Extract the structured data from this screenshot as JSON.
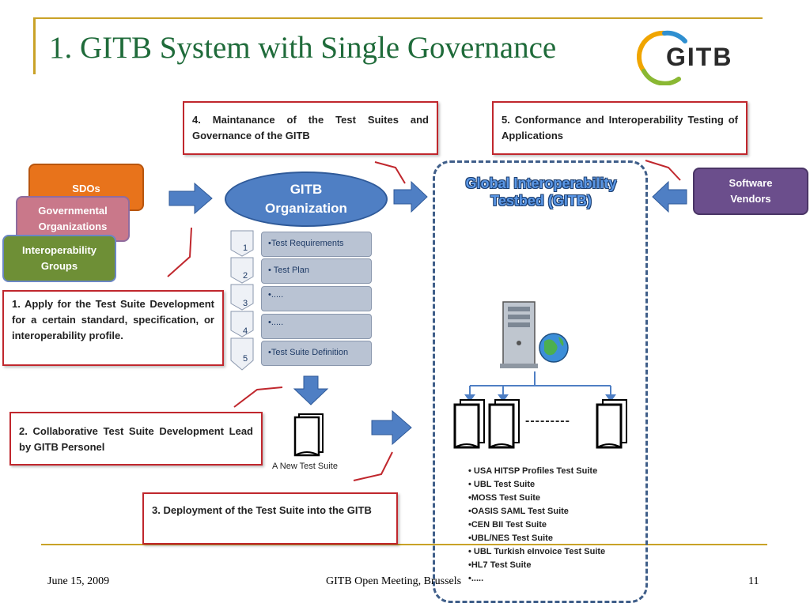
{
  "slide": {
    "title": "1. GITB System with Single Governance",
    "logo_text": "GITB",
    "footer_date": "June 15, 2009",
    "footer_center": "GITB Open Meeting, Brussels",
    "footer_page": "11"
  },
  "boxes": {
    "box1": "1. Apply for the Test Suite Development for a certain standard, specification, or interoperability profile.",
    "box2": "2. Collaborative Test Suite Development Lead by GITB Personel",
    "box3": "3. Deployment of the Test Suite into the GITB",
    "box4": "4. Maintanance of the Test Suites and Governance of the GITB",
    "box5": "5. Conformance and Interoperability Testing of Applications"
  },
  "stakeholders": {
    "sdos": "SDOs",
    "gov_line1": "Governmental",
    "gov_line2": "Organizations",
    "interop_line1": "Interoperability",
    "interop_line2": "Groups",
    "vendors_line1": "Software",
    "vendors_line2": "Vendors"
  },
  "organization": {
    "line1": "GITB",
    "line2": "Organization"
  },
  "steps": [
    {
      "num": "1",
      "label": "•Test Requirements"
    },
    {
      "num": "2",
      "label": "• Test Plan"
    },
    {
      "num": "3",
      "label": "•....."
    },
    {
      "num": "4",
      "label": "•....."
    },
    {
      "num": "5",
      "label": "•Test Suite Definition"
    }
  ],
  "new_suite_label": "A New Test Suite",
  "testbed": {
    "line1": "Global Interoperability",
    "line2": "Testbed (GITB)"
  },
  "dashes": "---------",
  "suites": [
    "• USA HITSP Profiles Test Suite",
    "• UBL Test Suite",
    "•MOSS Test Suite",
    "•OASIS SAML Test Suite",
    "•CEN BII Test Suite",
    "•UBL/NES Test Suite",
    "• UBL Turkish eInvoice Test Suite",
    "•HL7 Test Suite",
    "•....."
  ],
  "colors": {
    "title_green": "#1f6b3a",
    "accent_gold": "#c9a227",
    "box_red": "#c0272d",
    "arrow_blue": "#4f7fc4",
    "sdos_orange": "#e8731b",
    "gov_pink": "#c9788a",
    "interop_green": "#6e8f36",
    "vendors_purple": "#6b4e8c"
  }
}
